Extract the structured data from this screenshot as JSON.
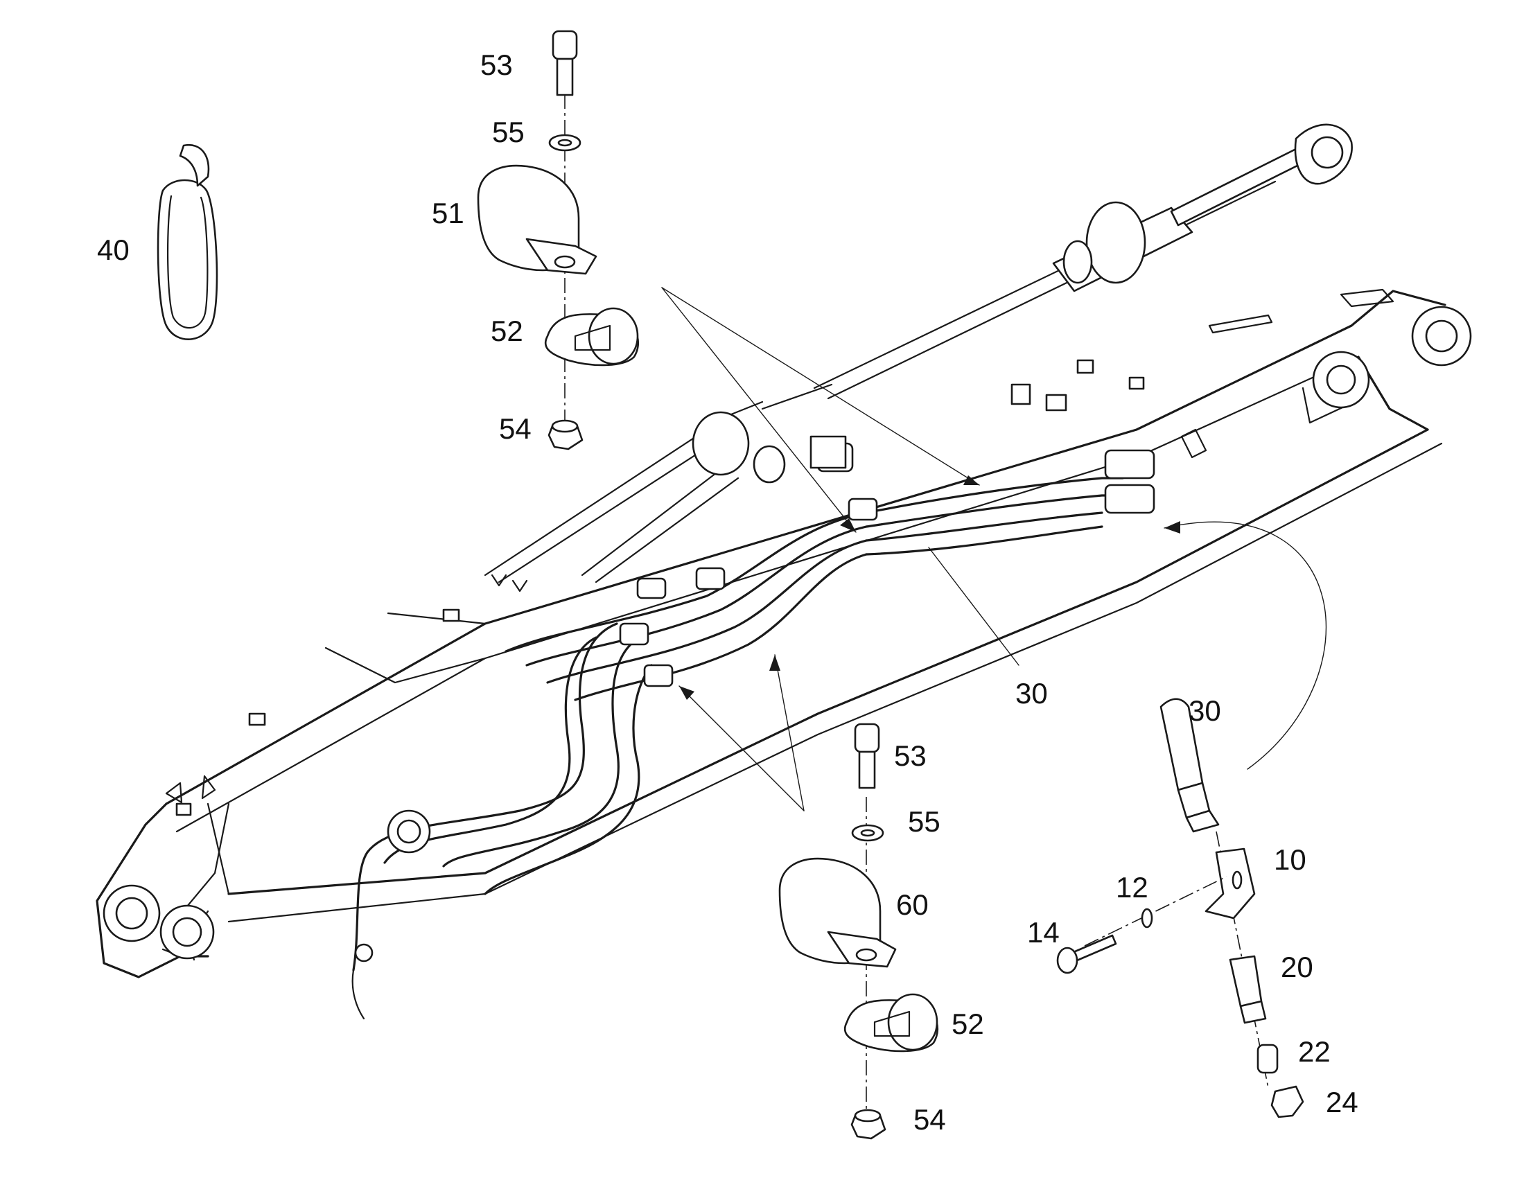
{
  "diagram": {
    "type": "exploded parts diagram",
    "subject": "boom with hydraulic hose lines and clamp assemblies",
    "callouts": {
      "c40": "40",
      "c53a": "53",
      "c55a": "55",
      "c51": "51",
      "c52a": "52",
      "c54a": "54",
      "c30a": "30",
      "c30b": "30",
      "c53b": "53",
      "c55b": "55",
      "c60": "60",
      "c52b": "52",
      "c54b": "54",
      "c10": "10",
      "c12": "12",
      "c14": "14",
      "c20": "20",
      "c22": "22",
      "c24": "24"
    },
    "colors": {
      "line": "#1a1a1a",
      "background": "#ffffff"
    }
  }
}
